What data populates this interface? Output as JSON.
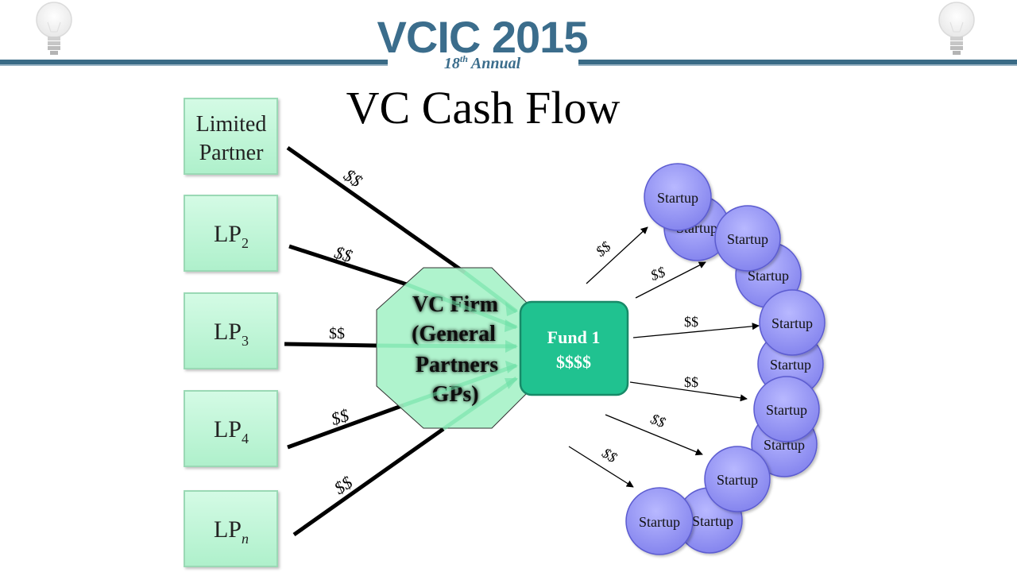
{
  "header": {
    "logo_main": "VCIC 2015",
    "logo_sub": "18th Annual",
    "logo_sub_sup": "th",
    "logo_sub_word": "Annual",
    "logo_sub_num": "18"
  },
  "slide": {
    "title": "VC Cash Flow"
  },
  "lps": [
    {
      "line1": "Limited",
      "line2": "Partner"
    },
    {
      "base": "LP",
      "sub": "2"
    },
    {
      "base": "LP",
      "sub": "3"
    },
    {
      "base": "LP",
      "sub": "4"
    },
    {
      "base": "LP",
      "sub": "n"
    }
  ],
  "firm": {
    "line1": "VC Firm",
    "line2": "(General",
    "line3": "Partners",
    "line4": "GPs)"
  },
  "fund": {
    "line1": "Fund 1",
    "line2": "$$$$"
  },
  "flow_label": "$$",
  "startup_label": "Startup",
  "colors": {
    "accent_bar": "#3a6b86",
    "logo_blue": "#3b6d8c",
    "lp_fill": "#bff5d6",
    "lp_stroke": "#9ad9b5",
    "octagon_fill": "#a6f2c8",
    "fund_fill": "#20c290",
    "fund_stroke": "#188a68",
    "startup_fill": "#9b9bf2",
    "startup_stroke": "#5b5bd0"
  }
}
